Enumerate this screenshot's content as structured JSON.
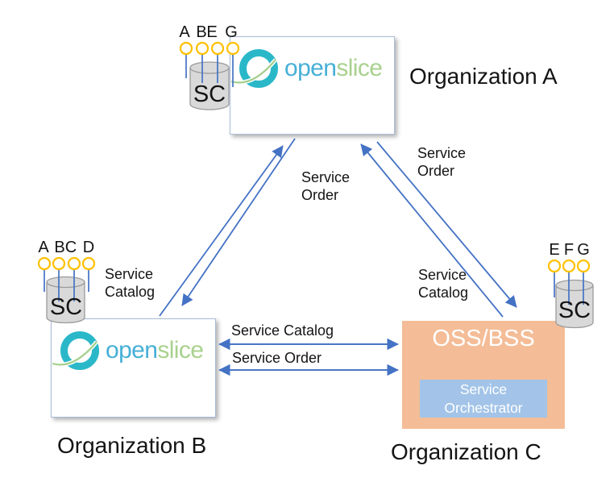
{
  "logo": {
    "part1": "open",
    "part2": "slice"
  },
  "organizations": {
    "a": {
      "label": "Organization A"
    },
    "b": {
      "label": "Organization B"
    },
    "c": {
      "label": "Organization C",
      "box_title": "OSS/BSS",
      "orchestrator": {
        "line1": "Service",
        "line2": "Orchestrator"
      }
    }
  },
  "service_catalogs": {
    "orgA": {
      "sc": "SC",
      "letters": [
        "A",
        "B",
        "E",
        "G"
      ]
    },
    "orgB": {
      "sc": "SC",
      "letters": [
        "A",
        "B",
        "C",
        "D"
      ]
    },
    "orgC": {
      "sc": "SC",
      "letters": [
        "E",
        "F",
        "G"
      ]
    }
  },
  "edge_labels": {
    "ab_order": {
      "line1": "Service",
      "line2": "Order"
    },
    "ac_order": {
      "line1": "Service",
      "line2": "Order"
    },
    "ac_catalog": {
      "line1": "Service",
      "line2": "Catalog"
    },
    "b_catalog": {
      "line1": "Service",
      "line2": "Catalog"
    },
    "bc_catalog": "Service Catalog",
    "bc_order": "Service Order"
  },
  "colors": {
    "arrow_blue": "#4472C4",
    "lollipop_yellow": "#FFC000",
    "org_c_fill": "#F4BD97",
    "orchestrator_fill": "#A3C4E8",
    "logo_ring_teal": "#2AB8C9",
    "logo_text_blue": "#46AFD7",
    "logo_text_green": "#A9D18E",
    "cylinder_gray": "#D9D9D9",
    "box_border_blue": "#A9BCD8"
  }
}
